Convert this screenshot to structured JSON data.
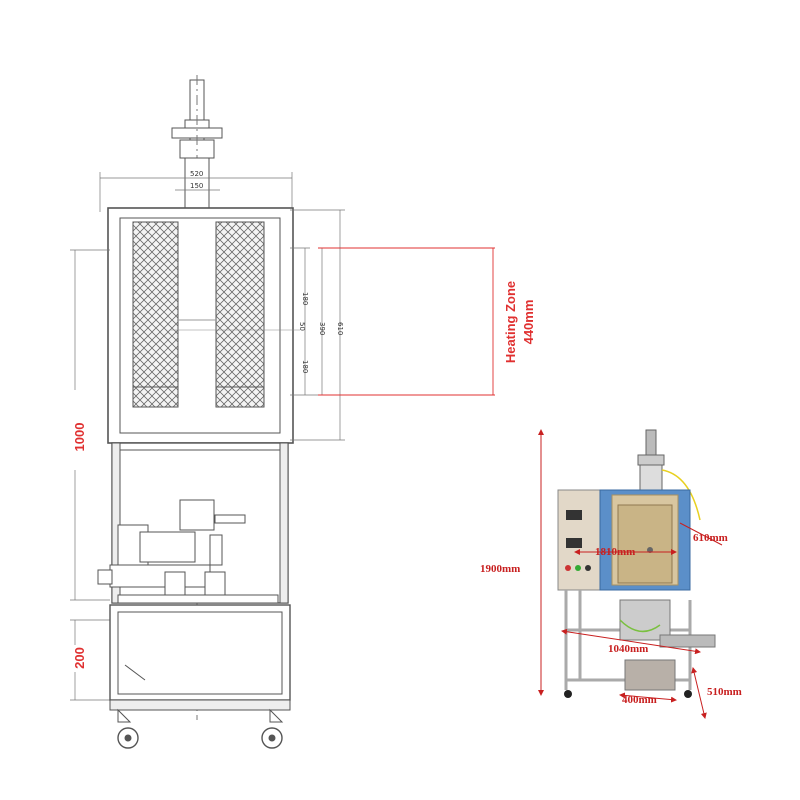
{
  "drawing": {
    "dim_top_outer": "520",
    "dim_top_inner": "150",
    "dim_180_a": "180",
    "dim_50": "50",
    "dim_390": "390",
    "dim_610": "610",
    "dim_180_b": "180",
    "dim_1000": "1000",
    "dim_200": "200"
  },
  "heating_zone": {
    "line1": "Heating Zone",
    "line2": "440mm"
  },
  "photo": {
    "height_total": "1900mm",
    "width_furnace": "1810mm",
    "depth_furnace": "610mm",
    "frame_width": "1040mm",
    "base_width": "400mm",
    "base_depth": "510mm"
  },
  "colors": {
    "accent": "#e03030",
    "drawing_line": "#555555",
    "furnace_blue": "#5b8fc9",
    "furnace_beige": "#d8c6a0"
  }
}
